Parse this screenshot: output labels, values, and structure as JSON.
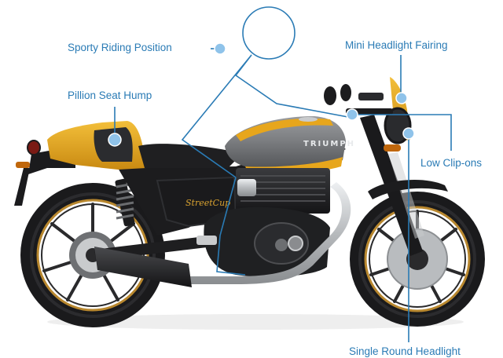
{
  "annotations": {
    "sporty_riding_position": "Sporty Riding Position",
    "pillion_seat_hump": "Pillion Seat Hump",
    "mini_headlight_fairing": "Mini Headlight Fairing",
    "low_clip_ons": "Low Clip-ons",
    "single_round_headlight": "Single Round Headlight"
  },
  "tank_badge": "TRIUMPH",
  "side_panel_badge": "StreetCup",
  "colors": {
    "annotation_text": "#2a7bb5",
    "annotation_line": "#2a7bb5",
    "marker_dot": "#8fc3ea",
    "accent_yellow": "#e7a61c",
    "tank_grey": "#7a7c7f",
    "frame_black": "#1c1c1e",
    "wheel_rim_gold": "#b8872e",
    "chrome": "#c9cbcd"
  }
}
